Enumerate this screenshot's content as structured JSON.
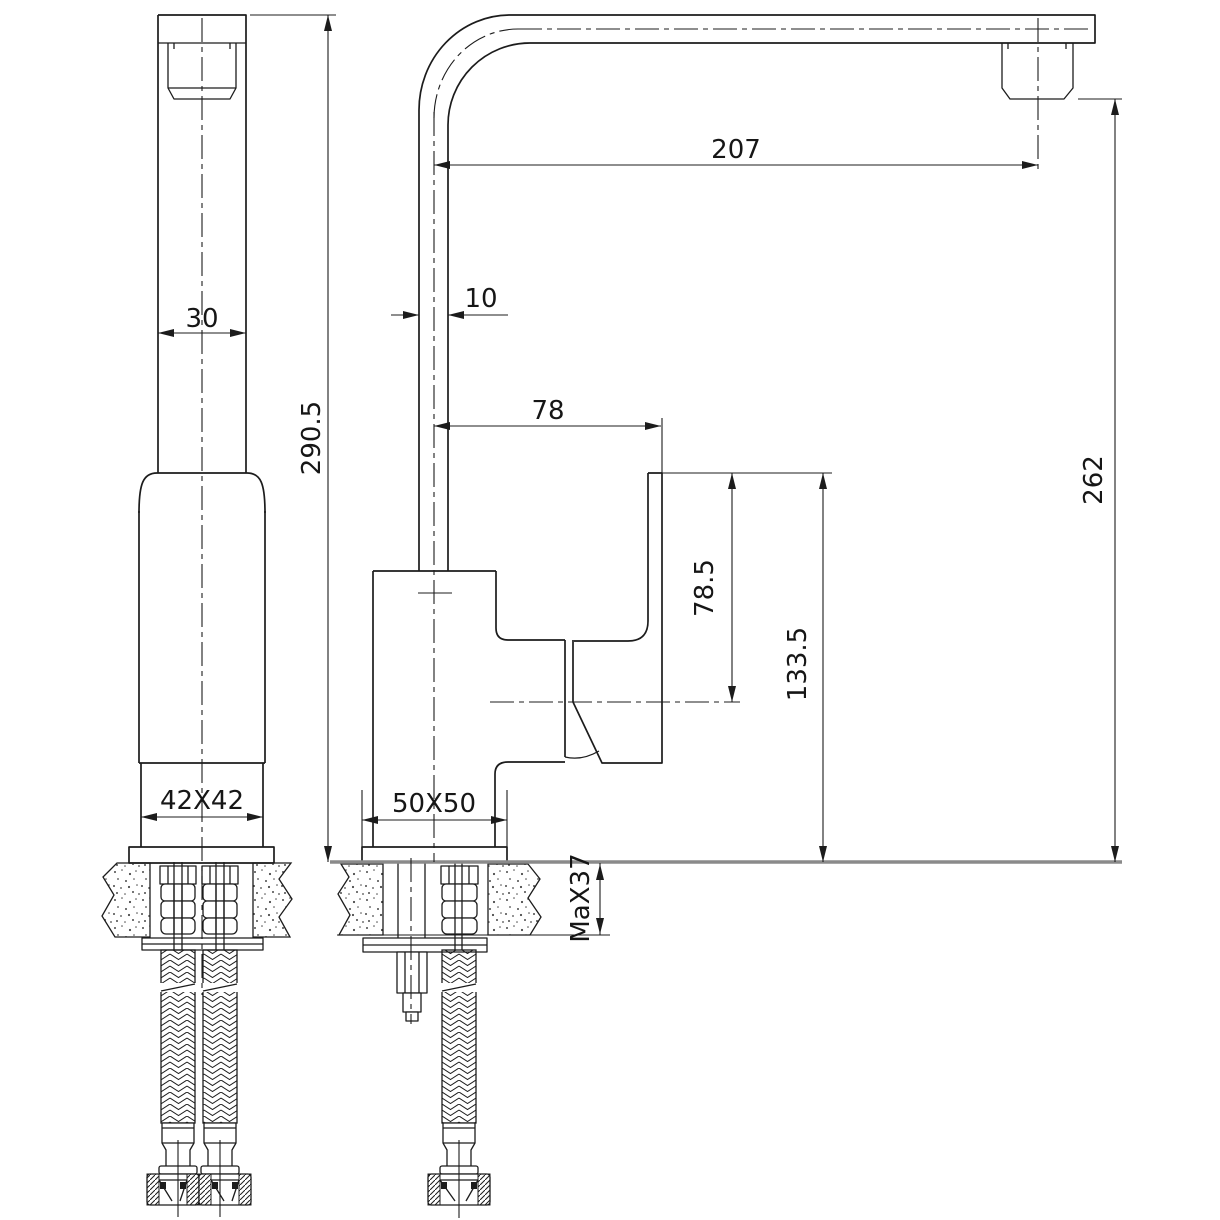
{
  "drawing": {
    "kind": "faucet installation dimensional drawing",
    "views": {
      "front": "front view",
      "side": "side view"
    },
    "colors": {
      "line": "#1c1c1c",
      "deck_surface_line": "#8a8a8a",
      "background": "#ffffff"
    }
  },
  "dims": {
    "spout_column_width": "30",
    "body_section": "42X42",
    "overall_height": "290.5",
    "pipe_width": "10",
    "handle_offset": "78",
    "spout_reach": "207",
    "outlet_height": "262",
    "handle_top_to_pivot": "78.5",
    "handle_top_to_deck": "133.5",
    "base_section": "50X50",
    "max_deck_thickness": "MaX37"
  }
}
